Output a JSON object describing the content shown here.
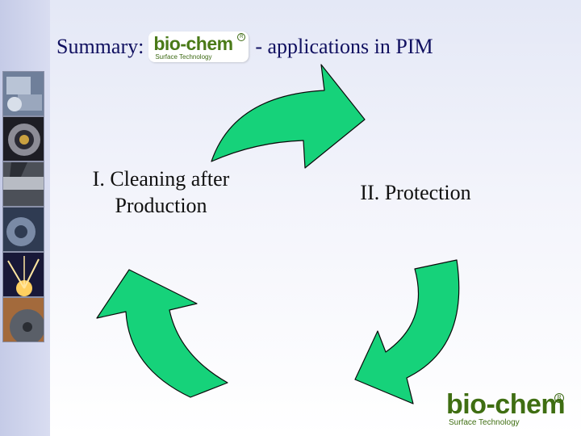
{
  "slide": {
    "title_prefix": "Summary:",
    "title_suffix": "- applications in PIM",
    "logo": {
      "word": "bio-chem",
      "tagline": "Surface Technology",
      "registered": "R"
    },
    "steps": [
      {
        "label": "I. Cleaning after Production"
      },
      {
        "label": "II. Protection"
      }
    ],
    "sidebar_images": [
      "metal-parts-photo",
      "bearing-photo",
      "machining-photo",
      "gear-photo",
      "sparks-photo",
      "saw-blade-photo"
    ]
  },
  "colors": {
    "arrow_fill": "#16d27a",
    "arrow_stroke": "#0a0a0a",
    "title_text": "#101060",
    "logo_green": "#4a7a18"
  }
}
